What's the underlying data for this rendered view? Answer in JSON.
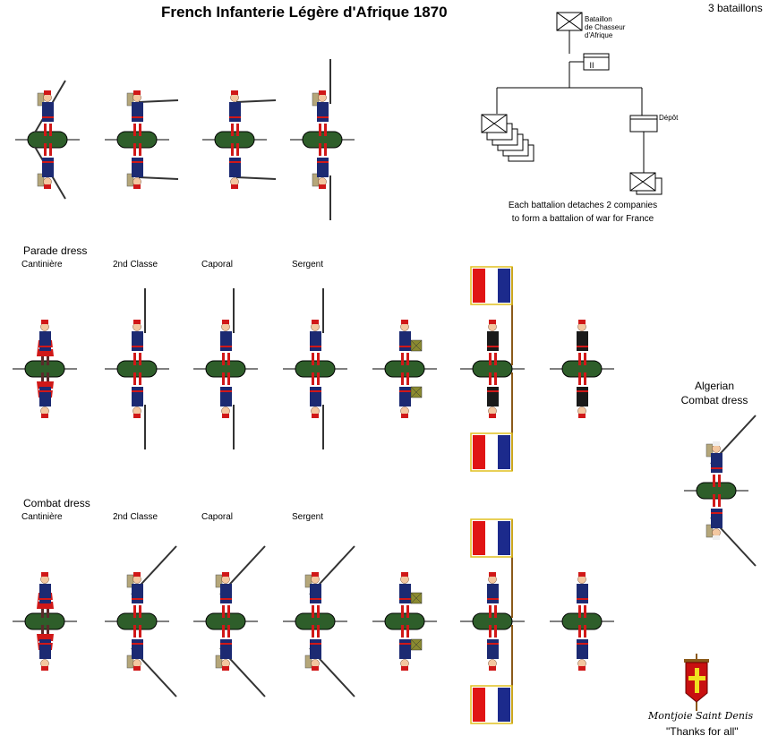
{
  "title": "French Infanterie Légère d'Afrique 1870",
  "top_right": "3 bataillons",
  "org": {
    "hq_line1": "Bataillon",
    "hq_line2": "de Chasseur",
    "hq_line3": "d'Afrique",
    "hq_symbol": "II",
    "depot": "Dépôt",
    "note_line1": "Each battalion detaches 2 companies",
    "note_line2": "to form a battalion of war for France"
  },
  "parade": {
    "heading": "Parade dress",
    "labels": [
      "Cantinière",
      "2nd Classe",
      "Caporal",
      "Sergent"
    ]
  },
  "combat": {
    "heading": "Combat dress",
    "labels": [
      "Cantinière",
      "2nd Classe",
      "Caporal",
      "Sergent"
    ]
  },
  "algerian": {
    "line1": "Algerian",
    "line2": "Combat dress"
  },
  "credit": {
    "signature": "Montjoie Saint Denis",
    "thanks": "\"Thanks for all\""
  },
  "colors": {
    "base_green": "#2e5e2a",
    "tunic_blue": "#1c2a72",
    "trouser_red": "#d01818",
    "flag_blue": "#1c2a8c",
    "flag_red": "#e01414",
    "banner_red": "#c81010",
    "cross_yellow": "#f0e020"
  }
}
